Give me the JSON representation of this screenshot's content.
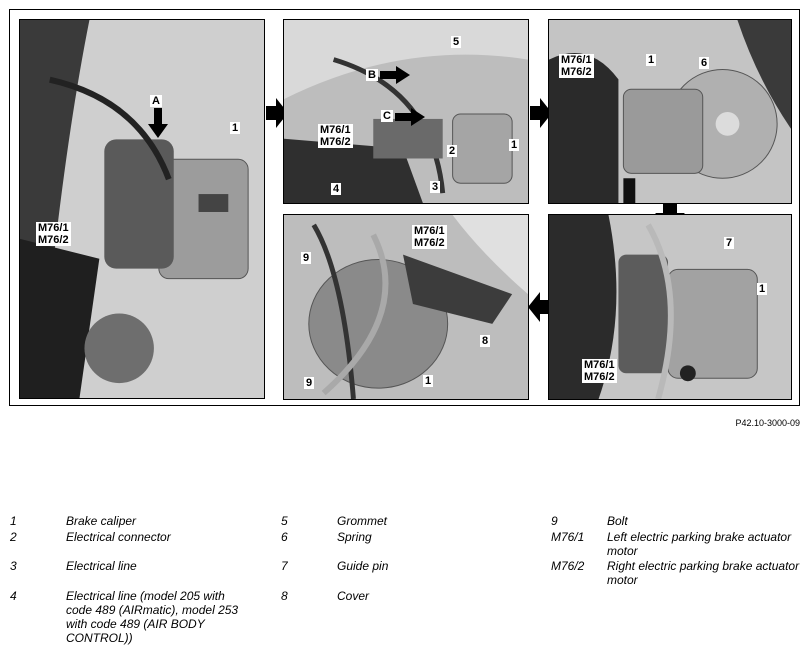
{
  "figure": {
    "code": "P42.10-3000-09",
    "panel1": {
      "callouts": [
        "A",
        "1",
        "M76/1",
        "M76/2"
      ]
    },
    "panel2": {
      "callouts": [
        "5",
        "B",
        "C",
        "M76/1",
        "M76/2",
        "2",
        "1",
        "4",
        "3"
      ]
    },
    "panel3": {
      "callouts": [
        "M76/1",
        "M76/2",
        "1",
        "6"
      ]
    },
    "panel4": {
      "callouts": [
        "M76/1",
        "M76/2",
        "9",
        "8",
        "9",
        "1"
      ]
    },
    "panel5": {
      "callouts": [
        "7",
        "1",
        "M76/1",
        "M76/2"
      ]
    }
  },
  "legend": [
    {
      "key": "1",
      "text": "Brake caliper"
    },
    {
      "key": "2",
      "text": "Electrical connector"
    },
    {
      "key": "3",
      "text": "Electrical line"
    },
    {
      "key": "4",
      "text": "Electrical line (model 205 with code 489 (AIRmatic), model 253 with code 489 (AIR BODY CONTROL))"
    },
    {
      "key": "5",
      "text": "Grommet"
    },
    {
      "key": "6",
      "text": "Spring"
    },
    {
      "key": "7",
      "text": "Guide pin"
    },
    {
      "key": "8",
      "text": "Cover"
    },
    {
      "key": "9",
      "text": "Bolt"
    },
    {
      "key": "M76/1",
      "text": "Left electric parking brake actuator motor"
    },
    {
      "key": "M76/2",
      "text": "Right electric parking brake actuator motor"
    }
  ],
  "colors": {
    "arrow": "#000000",
    "photo_bg": "#8d8d8d"
  }
}
